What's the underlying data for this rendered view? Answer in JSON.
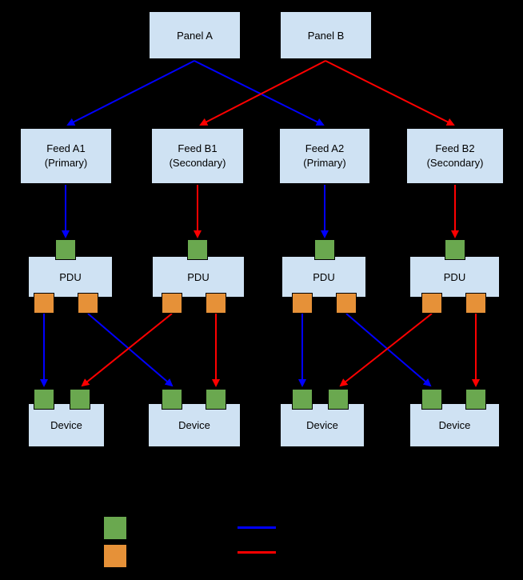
{
  "colors": {
    "background": "#000000",
    "box_fill": "#cfe2f3",
    "green": "#6aa84f",
    "orange": "#e69138",
    "blue": "#0000ff",
    "red": "#ff0000"
  },
  "nodes": {
    "panel_a": {
      "label": "Panel A"
    },
    "panel_b": {
      "label": "Panel B"
    },
    "feed_a1": {
      "label": "Feed A1\n(Primary)"
    },
    "feed_b1": {
      "label": "Feed B1\n(Secondary)"
    },
    "feed_a2": {
      "label": "Feed A2\n(Primary)"
    },
    "feed_b2": {
      "label": "Feed B2\n(Secondary)"
    },
    "pdu": {
      "label": "PDU"
    },
    "device": {
      "label": "Device"
    }
  },
  "legend": {
    "swatches": [
      {
        "icon": "green-square-swatch",
        "color": "#6aa84f"
      },
      {
        "icon": "orange-square-swatch",
        "color": "#e69138"
      }
    ],
    "lines": [
      {
        "icon": "blue-line-swatch",
        "color": "#0000ff"
      },
      {
        "icon": "red-line-swatch",
        "color": "#ff0000"
      }
    ]
  }
}
